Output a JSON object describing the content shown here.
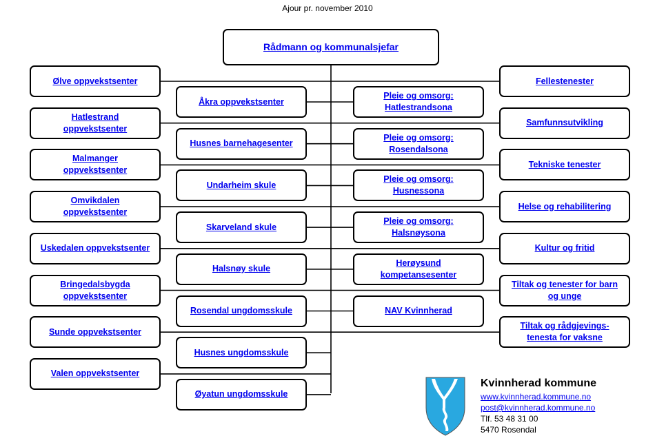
{
  "subtitle": "Ajour pr. november 2010",
  "root": {
    "label": "Rådmann og kommunalsjefar"
  },
  "left_outer": [
    {
      "label": "Ølve oppvekstsenter"
    },
    {
      "label": "Hatlestrand\noppvekstsenter"
    },
    {
      "label": "Malmanger\noppvekstsenter"
    },
    {
      "label": "Omvikdalen\noppvekstsenter"
    },
    {
      "label": "Uskedalen oppvekstsenter"
    },
    {
      "label": "Bringedalsbygda\noppvekstsenter"
    },
    {
      "label": "Sunde oppvekstsenter"
    },
    {
      "label": "Valen oppvekstsenter"
    }
  ],
  "left_inner": [
    {
      "label": "Åkra oppvekstsenter"
    },
    {
      "label": "Husnes barnehagesenter"
    },
    {
      "label": "Undarheim skule"
    },
    {
      "label": "Skarveland skule"
    },
    {
      "label": "Halsnøy skule"
    },
    {
      "label": "Rosendal ungdomsskule"
    },
    {
      "label": "Husnes ungdomsskule"
    },
    {
      "label": "Øyatun ungdomsskule"
    }
  ],
  "right_inner": [
    {
      "label": "Pleie og omsorg:\nHatlestrandsona"
    },
    {
      "label": "Pleie og omsorg:\nRosendalsona"
    },
    {
      "label": "Pleie og omsorg:\nHusnessona"
    },
    {
      "label": "Pleie og omsorg:\nHalsnøysona"
    },
    {
      "label": "Herøysund\nkompetansesenter"
    },
    {
      "label": "NAV Kvinnherad"
    }
  ],
  "right_outer": [
    {
      "label": "Fellestenester"
    },
    {
      "label": "Samfunnsutvikling"
    },
    {
      "label": "Tekniske tenester"
    },
    {
      "label": "Helse og rehabilitering"
    },
    {
      "label": "Kultur og fritid"
    },
    {
      "label": "Tiltak og tenester for barn\nog unge"
    },
    {
      "label": "Tiltak og rådgjevings-\ntenesta for vaksne"
    }
  ],
  "footer": {
    "org_name": "Kvinnherad kommune",
    "website": "www.kvinnherad.kommune.no",
    "email": "post@kvinnherad.kommune.no",
    "phone": "Tlf. 53 48 31 00",
    "address": "5470 Rosendal"
  },
  "colors": {
    "link": "#0000ee",
    "logo_blue": "#29a8e0",
    "border": "#000000"
  }
}
